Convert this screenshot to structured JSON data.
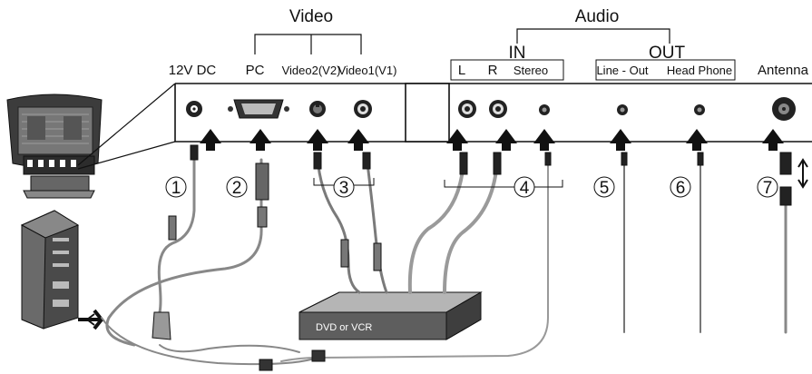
{
  "groups": {
    "video": "Video",
    "audio": "Audio",
    "audio_in": "IN",
    "audio_out": "OUT"
  },
  "ports": {
    "dc12v": "12V DC",
    "pc": "PC",
    "video2": "Video2(V2)",
    "video1": "Video1(V1)",
    "l": "L",
    "r": "R",
    "stereo": "Stereo",
    "lineout": "Line - Out",
    "headphone": "Head Phone",
    "antenna": "Antenna"
  },
  "callouts": [
    "1",
    "2",
    "3",
    "4",
    "5",
    "6",
    "7"
  ],
  "devices": {
    "dvd_vcr": "DVD or VCR"
  },
  "colors": {
    "panel": "#ffffff",
    "ink": "#111111",
    "cable_gray": "#8a8a8a",
    "cable_dark": "#555555",
    "device_fill": "#6f6f6f"
  }
}
